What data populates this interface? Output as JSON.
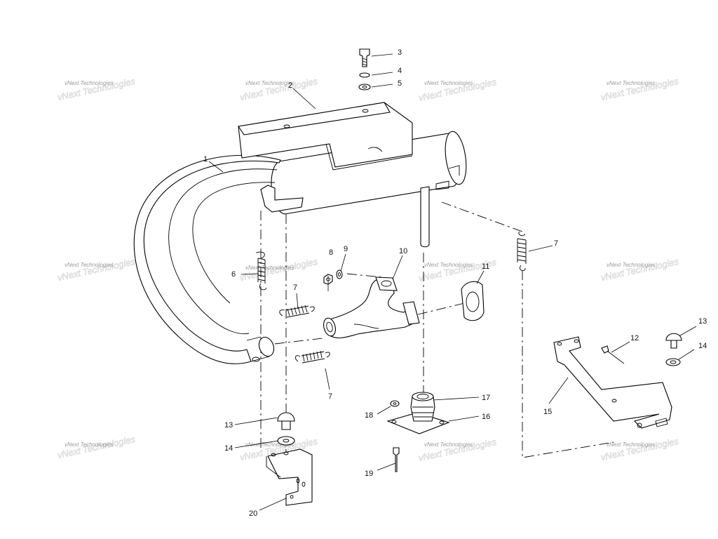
{
  "callouts": [
    {
      "id": "1",
      "text": "1"
    },
    {
      "id": "2",
      "text": "2"
    },
    {
      "id": "3",
      "text": "3"
    },
    {
      "id": "4",
      "text": "4"
    },
    {
      "id": "5",
      "text": "5"
    },
    {
      "id": "6",
      "text": "6"
    },
    {
      "id": "7a",
      "text": "7"
    },
    {
      "id": "7b",
      "text": "7"
    },
    {
      "id": "7c",
      "text": "7"
    },
    {
      "id": "8",
      "text": "8"
    },
    {
      "id": "9",
      "text": "9"
    },
    {
      "id": "10",
      "text": "10"
    },
    {
      "id": "11",
      "text": "11"
    },
    {
      "id": "12",
      "text": "12"
    },
    {
      "id": "13a",
      "text": "13"
    },
    {
      "id": "13b",
      "text": "13"
    },
    {
      "id": "14a",
      "text": "14"
    },
    {
      "id": "14b",
      "text": "14"
    },
    {
      "id": "15",
      "text": "15"
    },
    {
      "id": "16",
      "text": "16"
    },
    {
      "id": "17",
      "text": "17"
    },
    {
      "id": "18",
      "text": "18"
    },
    {
      "id": "19",
      "text": "19"
    },
    {
      "id": "20",
      "text": "20"
    }
  ],
  "watermark": {
    "text": "vNext Technologies"
  }
}
